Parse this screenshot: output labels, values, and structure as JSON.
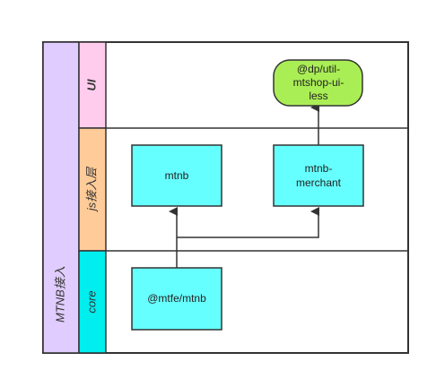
{
  "diagram": {
    "outer_label": "MTNB接入",
    "layers": [
      {
        "label": "UI",
        "color": "#ffccee"
      },
      {
        "label": "js接入层",
        "color": "#ffcc99"
      },
      {
        "label": "core",
        "color": "#00eeee"
      }
    ],
    "outer_color": "#e0ccff",
    "nodes": {
      "util_mtshop_ui_less": {
        "lines": [
          "@dp/util-",
          "mtshop-ui-",
          "less"
        ],
        "color": "#aaee55"
      },
      "mtnb": {
        "label": "mtnb",
        "color": "#66ffff"
      },
      "mtnb_merchant": {
        "lines": [
          "mtnb-",
          "merchant"
        ],
        "color": "#66ffff"
      },
      "mtfe_mtnb": {
        "label": "@mtfe/mtnb",
        "color": "#66ffff"
      }
    }
  }
}
